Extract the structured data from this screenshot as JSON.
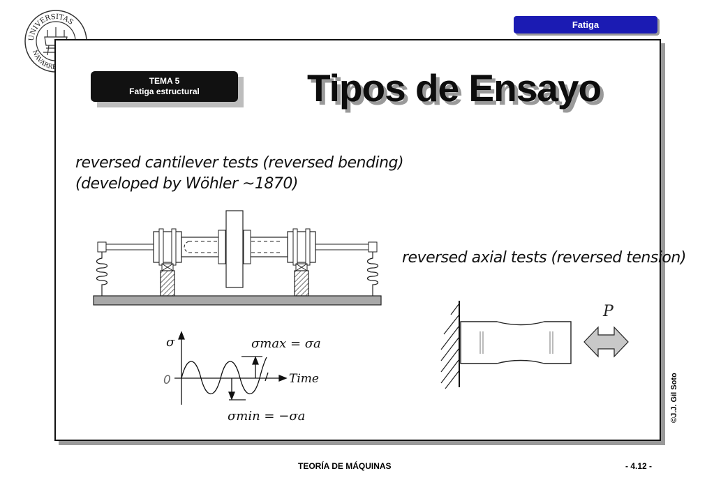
{
  "header": {
    "section_tab": "Fatiga"
  },
  "logo": {
    "ring_text_top": "UNIVERSITAS",
    "ring_text_bottom": "NAVARRENSIS"
  },
  "tema": {
    "line1": "TEMA 5",
    "line2": "Fatiga estructural"
  },
  "slide": {
    "title": "Tipos de Ensayo",
    "cantilever_line1": "reversed cantilever tests   (reversed bending)",
    "cantilever_line2": "(developed by Wöhler ~1870)",
    "axial_label": "reversed axial tests   (reversed tension)",
    "load_label": "P"
  },
  "stress_graph": {
    "y_label": "σ",
    "zero_label": "0",
    "x_label": "Time",
    "max_eq": "σmax = σa",
    "min_eq": "σmin = −σa"
  },
  "footer": {
    "course": "TEORÍA DE MÁQUINAS",
    "page": "- 4.12 -",
    "copyright": "©J.J. Gil Soto"
  }
}
